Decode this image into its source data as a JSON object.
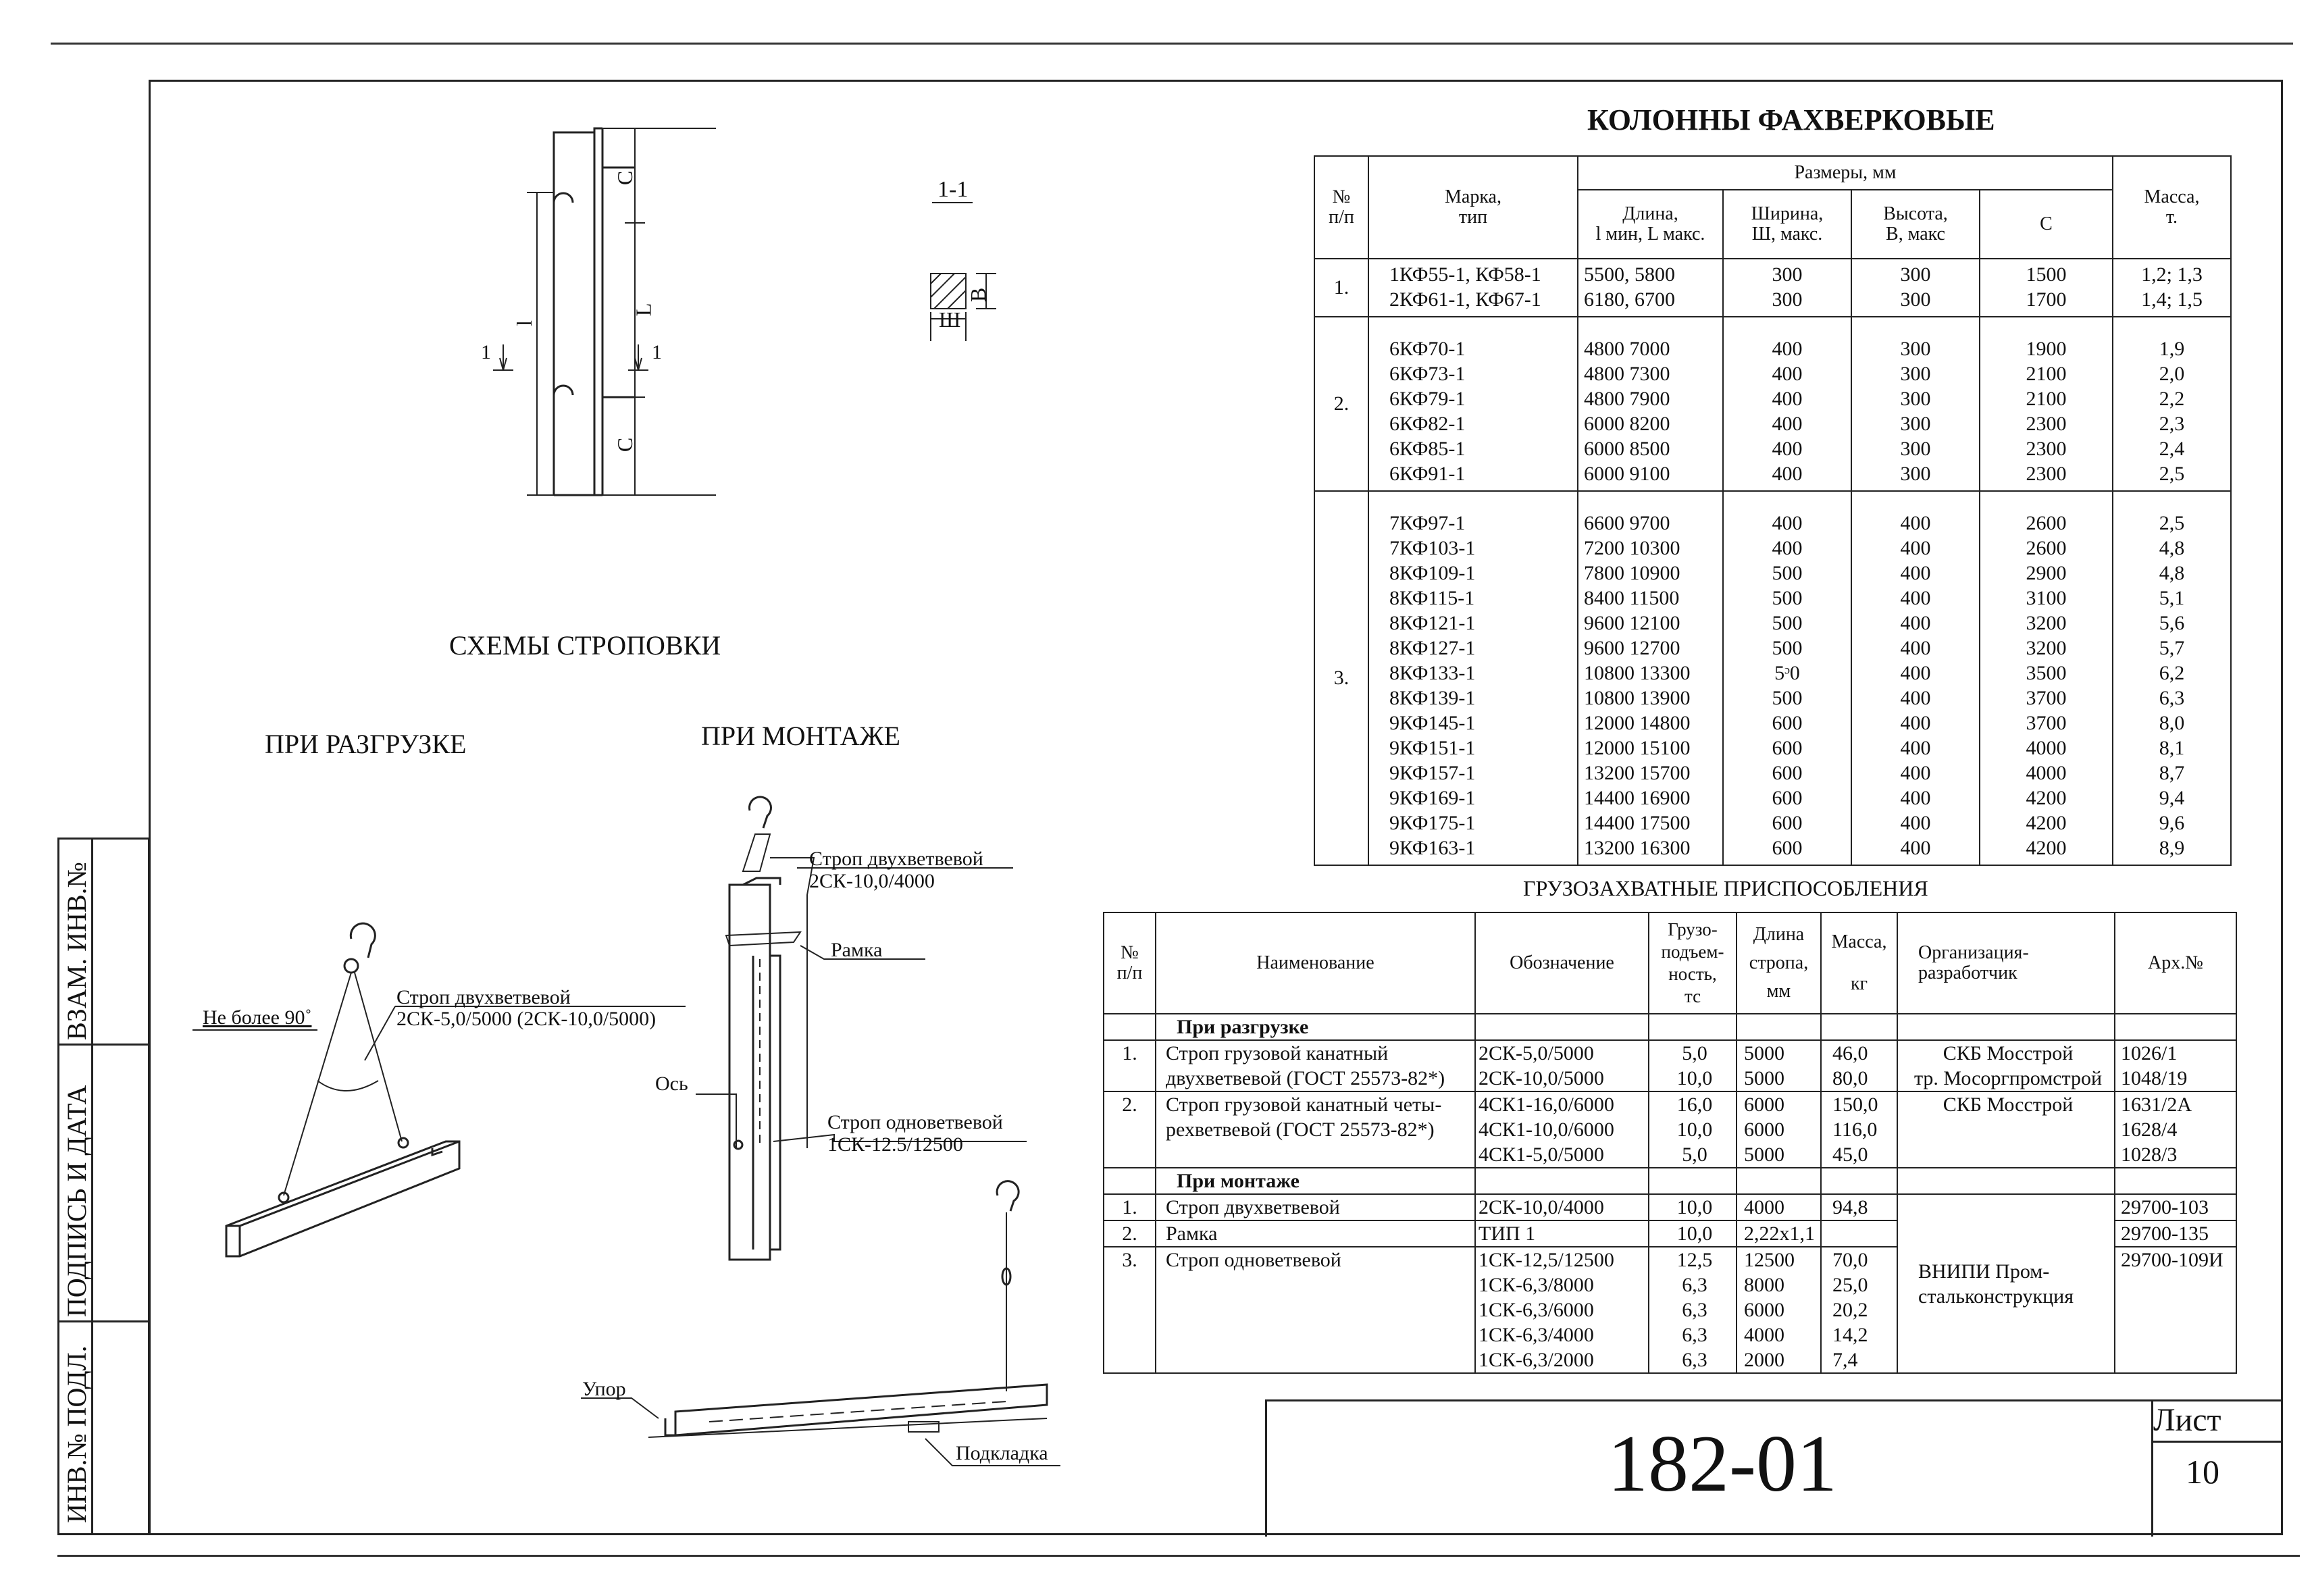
{
  "sheet": {
    "title": "КОЛОННЫ ФАХВЕРКОВЫЕ",
    "code": "182-01",
    "sheet_label": "Лист",
    "sheet_number": "10"
  },
  "side_stamp": {
    "inv_podl": "ИНВ.№ ПОДЛ.",
    "podpis": "ПОДПИСЬ И ДАТА",
    "vzam": "ВЗАМ. ИНВ.№"
  },
  "schemes": {
    "heading": "СХЕМЫ СТРОПОВКИ",
    "unloading": "ПРИ РАЗГРУЗКЕ",
    "mounting": "ПРИ МОНТАЖЕ",
    "section_label": "1-1",
    "dim_l_small": "l",
    "dim_L": "L",
    "dim_c": "C",
    "cut_mark": "1",
    "dim_w": "Ш",
    "dim_b": "В",
    "angle_note": "Не более 90˚",
    "sling_two_unload": "Строп двухветвевой",
    "sling_two_unload_code": "2СК-5,0/5000  (2СК-10,0/5000)",
    "sling_two_mount": "Строп двухветвевой",
    "sling_two_mount_code": "2СК-10,0/4000",
    "frame_label": "Рамка",
    "axis_label": "Ось",
    "sling_one": "Строп одноветвевой",
    "sling_one_code": "1СК-12.5/12500",
    "stop_label": "Упор",
    "pad_label": "Подкладка"
  },
  "columns_table": {
    "headers": {
      "num": [
        "№",
        "п/п"
      ],
      "mark": [
        "Марка,",
        "тип"
      ],
      "sizes": "Размеры,  мм",
      "length": [
        "Длина,",
        "l мин, L макс."
      ],
      "width": [
        "Ширина,",
        "Ш, макс."
      ],
      "height": [
        "Высота,",
        "В, макс"
      ],
      "c": "С",
      "mass": [
        "Масса,",
        "т."
      ]
    },
    "groups": [
      {
        "num": "1.",
        "marks": [
          "1КФ55-1, КФ58-1",
          "2КФ61-1, КФ67-1"
        ],
        "lengths": [
          "5500, 5800",
          "6180, 6700"
        ],
        "widths": [
          "300",
          "300"
        ],
        "heights": [
          "300",
          "300"
        ],
        "c": [
          "1500",
          "1700"
        ],
        "mass": [
          "1,2; 1,3",
          "1,4; 1,5"
        ]
      },
      {
        "num": "2.",
        "marks": [
          "6КФ70-1",
          "6КФ73-1",
          "6КФ79-1",
          "6КФ82-1",
          "6КФ85-1",
          "6КФ91-1"
        ],
        "lengths": [
          "4800 7000",
          "4800 7300",
          "4800 7900",
          "6000 8200",
          "6000 8500",
          "6000 9100"
        ],
        "widths": [
          "400",
          "400",
          "400",
          "400",
          "400",
          "400"
        ],
        "heights": [
          "300",
          "300",
          "300",
          "300",
          "300",
          "300"
        ],
        "c": [
          "1900",
          "2100",
          "2100",
          "2300",
          "2300",
          "2300"
        ],
        "mass": [
          "1,9",
          "2,0",
          "2,2",
          "2,3",
          "2,4",
          "2,5"
        ]
      },
      {
        "num": "3.",
        "marks": [
          "7КФ97-1",
          "7КФ103-1",
          "8КФ109-1",
          "8КФ115-1",
          "8КФ121-1",
          "8КФ127-1",
          "8КФ133-1",
          "8КФ139-1",
          "9КФ145-1",
          "9КФ151-1",
          "9КФ157-1",
          "9КФ169-1",
          "9КФ175-1",
          "9КФ163-1"
        ],
        "lengths": [
          "6600 9700",
          "7200 10300",
          "7800 10900",
          "8400 11500",
          "9600 12100",
          "9600 12700",
          "10800 13300",
          "10800 13900",
          "12000 14800",
          "12000 15100",
          "13200 15700",
          "14400 16900",
          "14400 17500",
          "13200 16300"
        ],
        "widths": [
          "400",
          "400",
          "500",
          "500",
          "500",
          "500",
          "5ᵓ0",
          "500",
          "600",
          "600",
          "600",
          "600",
          "600",
          "600"
        ],
        "heights": [
          "400",
          "400",
          "400",
          "400",
          "400",
          "400",
          "400",
          "400",
          "400",
          "400",
          "400",
          "400",
          "400",
          "400"
        ],
        "c": [
          "2600",
          "2600",
          "2900",
          "3100",
          "3200",
          "3200",
          "3500",
          "3700",
          "3700",
          "4000",
          "4000",
          "4200",
          "4200",
          "4200"
        ],
        "mass": [
          "2,5",
          "4,8",
          "4,8",
          "5,1",
          "5,6",
          "5,7",
          "6,2",
          "6,3",
          "8,0",
          "8,1",
          "8,7",
          "9,4",
          "9,6",
          "8,9"
        ]
      }
    ]
  },
  "devices_table": {
    "title": "ГРУЗОЗАХВАТНЫЕ ПРИСПОСОБЛЕНИЯ",
    "headers": {
      "num": [
        "№",
        "п/п"
      ],
      "name": "Наименование",
      "designation": "Обозначение",
      "capacity": [
        "Грузо-",
        "подъем-",
        "ность,",
        "тс"
      ],
      "length": [
        "Длина",
        "стропа,",
        "мм"
      ],
      "mass": [
        "Масса,",
        "кг"
      ],
      "org": [
        "Организация-",
        "разработчик"
      ],
      "arch": "Арх.№"
    },
    "unloading_section": "При разгрузке",
    "mounting_section": "При монтаже",
    "rows": [
      {
        "num": "1.",
        "name": [
          "Строп грузовой  канатный",
          "двухветвевой (ГОСТ 25573-82*)"
        ],
        "designation": [
          "2СК-5,0/5000",
          "2СК-10,0/5000"
        ],
        "capacity": [
          "5,0",
          "10,0"
        ],
        "length": [
          "5000",
          "5000"
        ],
        "mass": [
          "46,0",
          "80,0"
        ],
        "org": [
          "СКБ Мосстрой",
          "тр. Мосоргпромстрой"
        ],
        "arch": [
          "1026/1",
          "1048/19"
        ]
      },
      {
        "num": "2.",
        "name": [
          "Строп грузовой канатный четы-",
          "рехветвевой (ГОСТ 25573-82*)"
        ],
        "designation": [
          "4СК1-16,0/6000",
          "4СК1-10,0/6000",
          "4СК1-5,0/5000"
        ],
        "capacity": [
          "16,0",
          "10,0",
          "5,0"
        ],
        "length": [
          "6000",
          "6000",
          "5000"
        ],
        "mass": [
          "150,0",
          "116,0",
          "45,0"
        ],
        "org": [
          "СКБ Мосстрой"
        ],
        "arch": [
          "1631/2А",
          "1628/4",
          "1028/3"
        ]
      },
      {
        "num": "1.",
        "name": [
          "Строп двухветвевой"
        ],
        "designation": [
          "2СК-10,0/4000"
        ],
        "capacity": [
          "10,0"
        ],
        "length": [
          "4000"
        ],
        "mass": [
          "94,8"
        ],
        "arch": [
          "29700-103"
        ]
      },
      {
        "num": "2.",
        "name": [
          "Рамка"
        ],
        "designation": [
          "ТИП 1"
        ],
        "capacity": [
          "10,0"
        ],
        "length": [
          "2,22х1,1"
        ],
        "mass": [
          ""
        ],
        "arch": [
          "29700-135"
        ]
      },
      {
        "num": "3.",
        "name": [
          "Строп одноветвевой"
        ],
        "designation": [
          "1СК-12,5/12500",
          "1СК-6,3/8000",
          "1СК-6,3/6000",
          "1СК-6,3/4000",
          "1СК-6,3/2000"
        ],
        "capacity": [
          "12,5",
          "6,3",
          "6,3",
          "6,3",
          "6,3"
        ],
        "length": [
          "12500",
          "8000",
          "6000",
          "4000",
          "2000"
        ],
        "mass": [
          "70,0",
          "25,0",
          "20,2",
          "14,2",
          "7,4"
        ],
        "arch": [
          "29700-109И"
        ]
      }
    ],
    "mount_org": [
      "ВНИПИ Пром-",
      "стальконструкция"
    ]
  }
}
